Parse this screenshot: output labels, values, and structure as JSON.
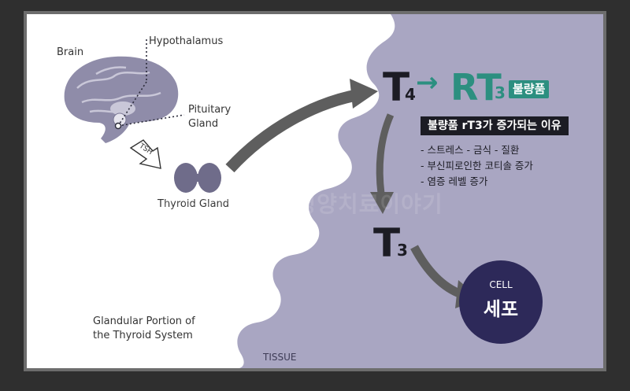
{
  "labels": {
    "brain": "Brain",
    "hypothalamus": "Hypothalamus",
    "pituitary_line1": "Pituitary",
    "pituitary_line2": "Gland",
    "tsh": "TSH",
    "thyroid_gland": "Thyroid Gland",
    "glandular_line1": "Glandular Portion of",
    "glandular_line2": "the Thyroid System",
    "tissue": "TISSUE"
  },
  "hormones": {
    "t4_main": "T",
    "t4_sub": "4",
    "arrow": "→",
    "rt3_main": "RT",
    "rt3_sub": "3",
    "rt3_badge": "불량품",
    "t3_main": "T",
    "t3_sub": "3"
  },
  "reasons": {
    "title": "불량품 rT3가 증가되는 이유",
    "items": [
      "- 스트레스    - 금식    - 질환",
      "- 부신피로인한 코티솔 증가",
      "- 염증 레벨 증가"
    ]
  },
  "cell": {
    "label_en": "CELL",
    "label_ko": "세포"
  },
  "watermark": "리브엔의사의 영양치료이야기",
  "colors": {
    "tissue": "#a9a6c2",
    "gland_white": "#ffffff",
    "rt3_teal": "#2c8f80",
    "cell_navy": "#2d2959",
    "arrow_gray": "#5e5e5e",
    "dark_text": "#1c1c24"
  }
}
